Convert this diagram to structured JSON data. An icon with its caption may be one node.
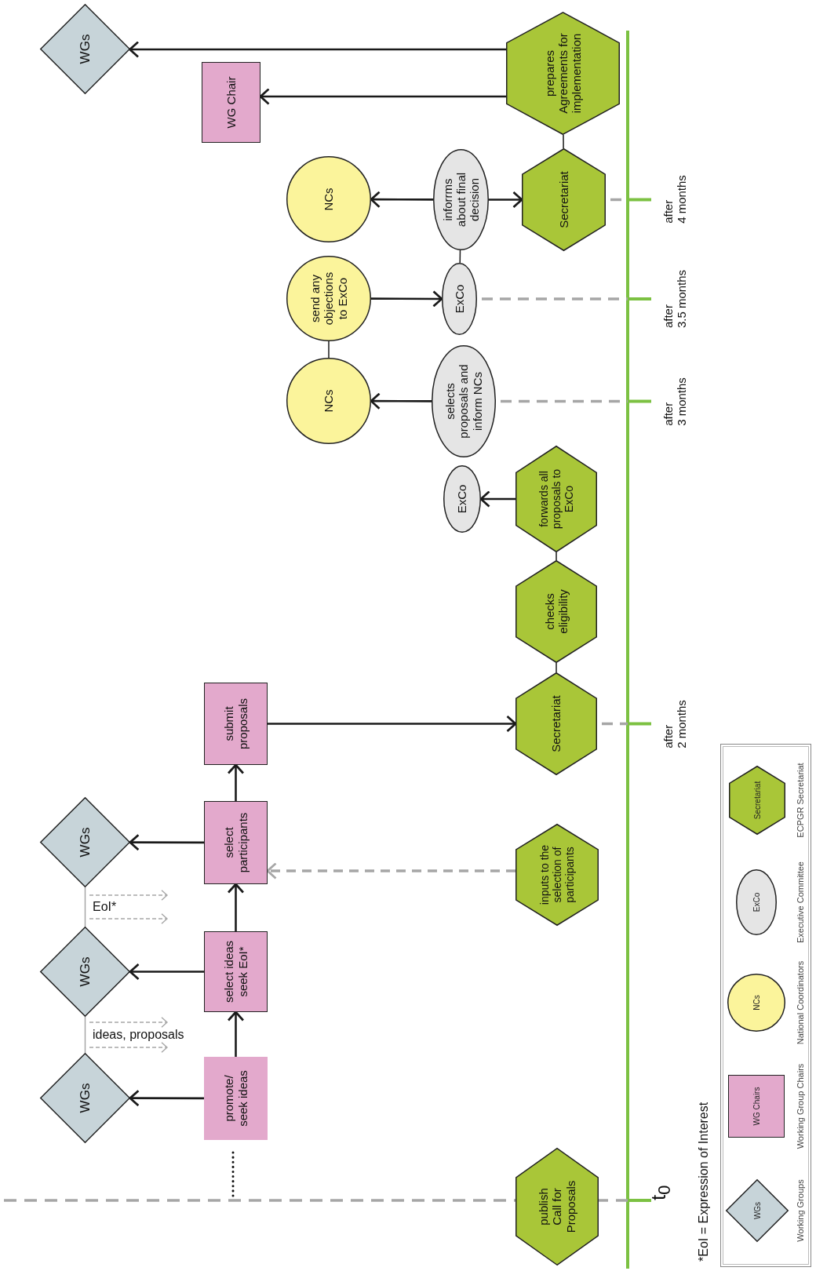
{
  "diagram": {
    "nodes": [
      {
        "text": [
          "publish Call for Proposals"
        ]
      },
      {
        "text": [
          "promote/ seek ideas"
        ]
      },
      {
        "text": [
          "WGs"
        ]
      },
      {
        "text": [
          "select ideas seek EoI*"
        ]
      },
      {
        "text": [
          "WGs"
        ]
      },
      {
        "text": [
          "inputs to the selection of participants"
        ]
      },
      {
        "text": [
          "select participants"
        ]
      },
      {
        "text": [
          "WGs"
        ]
      },
      {
        "text": [
          "submit proposals"
        ]
      },
      {
        "text": [
          "Secretariat"
        ]
      },
      {
        "text": [
          "checks eligibility"
        ]
      },
      {
        "text": [
          "forwards all proposals to ExCo"
        ]
      },
      {
        "text": [
          "ExCo"
        ]
      },
      {
        "text": [
          "selects proposals and inform NCs"
        ]
      },
      {
        "text": [
          "NCs"
        ]
      },
      {
        "text": [
          "send any objections to ExCo"
        ]
      },
      {
        "text": [
          "ExCo"
        ]
      },
      {
        "text": [
          "inforrms about final decision"
        ]
      },
      {
        "text": [
          "NCs"
        ]
      },
      {
        "text": [
          "Secretariat"
        ]
      },
      {
        "text": [
          "prepares Agreements for implementation"
        ]
      },
      {
        "text": [
          "WG Chair"
        ]
      },
      {
        "text": [
          "WGs"
        ]
      }
    ],
    "edges": [
      {
        "from": 1,
        "to": 2,
        "arrow": "to"
      },
      {
        "from": 1,
        "to": 3,
        "arrow": "to"
      },
      {
        "from": 3,
        "to": 4,
        "arrow": "to"
      },
      {
        "from": 3,
        "to": 6,
        "arrow": "to"
      },
      {
        "from": 6,
        "to": 7,
        "arrow": "to"
      },
      {
        "from": 6,
        "to": 8,
        "arrow": "to"
      },
      {
        "from": 8,
        "to": 9,
        "arrow": "to"
      },
      {
        "from": 9,
        "to": 10,
        "arrow": "none"
      },
      {
        "from": 10,
        "to": 11,
        "arrow": "none"
      },
      {
        "from": 11,
        "to": 12,
        "arrow": "to"
      },
      {
        "from": 13,
        "to": 14,
        "arrow": "to"
      },
      {
        "from": 14,
        "to": 15,
        "arrow": "none"
      },
      {
        "from": 15,
        "to": 16,
        "arrow": "to"
      },
      {
        "from": 16,
        "to": 17,
        "arrow": "none"
      },
      {
        "from": 17,
        "to": 18,
        "arrow": "to"
      },
      {
        "from": 17,
        "to": 19,
        "arrow": "to"
      },
      {
        "from": 19,
        "to": 20,
        "arrow": "none"
      },
      {
        "from": 20,
        "to": 21,
        "arrow": "to"
      },
      {
        "from": 20,
        "to": 22,
        "arrow": "to"
      },
      {
        "from": 2,
        "to": 4,
        "arrow": "none",
        "label": "ideas, proposals",
        "color": "#a6a6a6"
      },
      {
        "from": 4,
        "to": 7,
        "arrow": "none",
        "label": "EoI*",
        "color": "#a6a6a6"
      },
      {
        "from": 5,
        "to": 6,
        "arrow": "to",
        "style": "dashed",
        "color": "#a6a6a6"
      }
    ],
    "labels": [
      "t$_{0}$",
      "after 2 months",
      "after 3 months",
      "after 3.5 months",
      "after 4 months",
      "*EoI = Expression of Interest",
      "WGs",
      "WG Chairs",
      "NCs",
      "ExCo",
      "Secretariat"
    ],
    "legend": [
      {
        "text": "Working Groups",
        "color": "#c7d4d9"
      },
      {
        "text": "Working Group Chairs",
        "color": "#e3a9cc"
      },
      {
        "text": "National Coordinators",
        "color": "#fbf49b"
      },
      {
        "text": "Executive Committee",
        "color": "#e5e5e5"
      },
      {
        "text": "ECPGR Secretariat",
        "color": "#a9c638"
      }
    ]
  }
}
